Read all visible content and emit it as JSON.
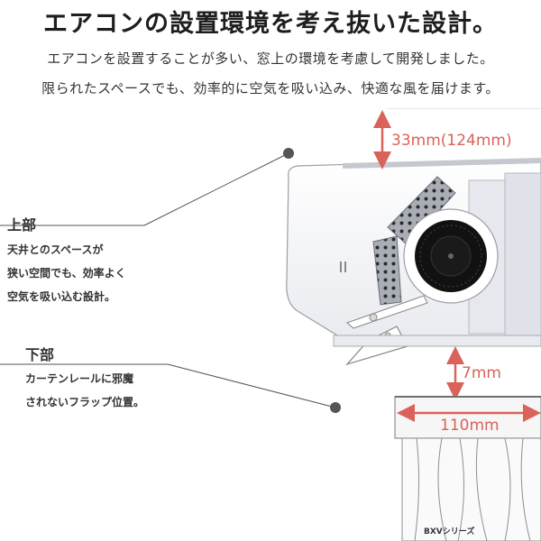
{
  "header": {
    "title": "エアコンの設置環境を考え抜いた設計。",
    "line1": "エアコンを設置することが多い、窓上の環境を考慮して開発しました。",
    "line2": "限られたスペースでも、効率的に空気を吸い込み、快適な風を届けます。"
  },
  "callouts": {
    "top": {
      "heading": "上部",
      "lines": [
        "天井とのスペースが",
        "狭い空間でも、効率よく",
        "空気を吸い込む設計。"
      ]
    },
    "bottom": {
      "heading": "下部",
      "lines": [
        "カーテンレールに邪魔",
        "されないフラップ位置。"
      ]
    }
  },
  "dimensions": {
    "top_gap": "33mm(124mm)",
    "bottom_gap": "7mm",
    "rail_width": "110mm"
  },
  "series_label": "BXVシリーズ",
  "colors": {
    "accent": "#d9625a",
    "unit_body": "#f4f5f8",
    "dot_panel": "#a9adb6",
    "fan": "#111111"
  }
}
